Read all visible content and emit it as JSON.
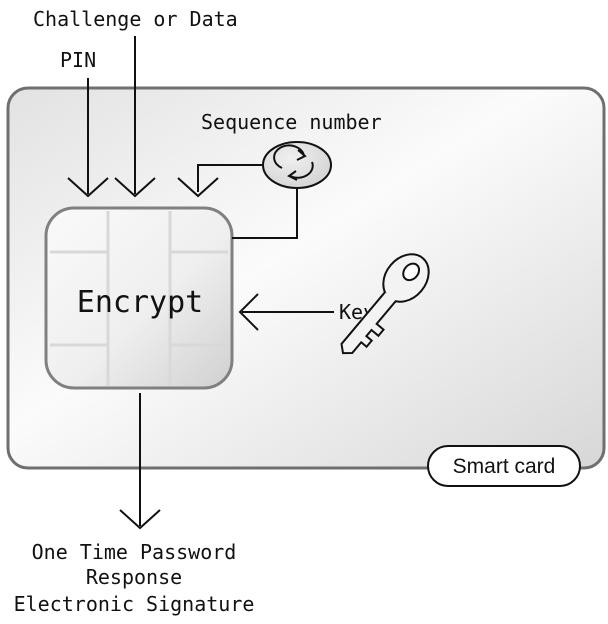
{
  "diagram": {
    "inputs": {
      "challenge_label": "Challenge or Data",
      "pin_label": "PIN",
      "sequence_label": "Sequence number"
    },
    "chip": {
      "label": "Encrypt"
    },
    "key": {
      "label": "Key"
    },
    "card": {
      "badge_label": "Smart card"
    },
    "outputs": {
      "line1": "One Time Password",
      "line2": "Response",
      "line3": "Electronic Signature"
    },
    "icons": {
      "sequence_icon": "sync-cycle-icon",
      "key_icon": "key-icon"
    },
    "colors": {
      "card_border": "#7a7a7a",
      "card_fill_light": "#f7f7f7",
      "card_fill_dark": "#d9d9d9",
      "stroke": "#111111",
      "chip_border": "#808080"
    }
  }
}
